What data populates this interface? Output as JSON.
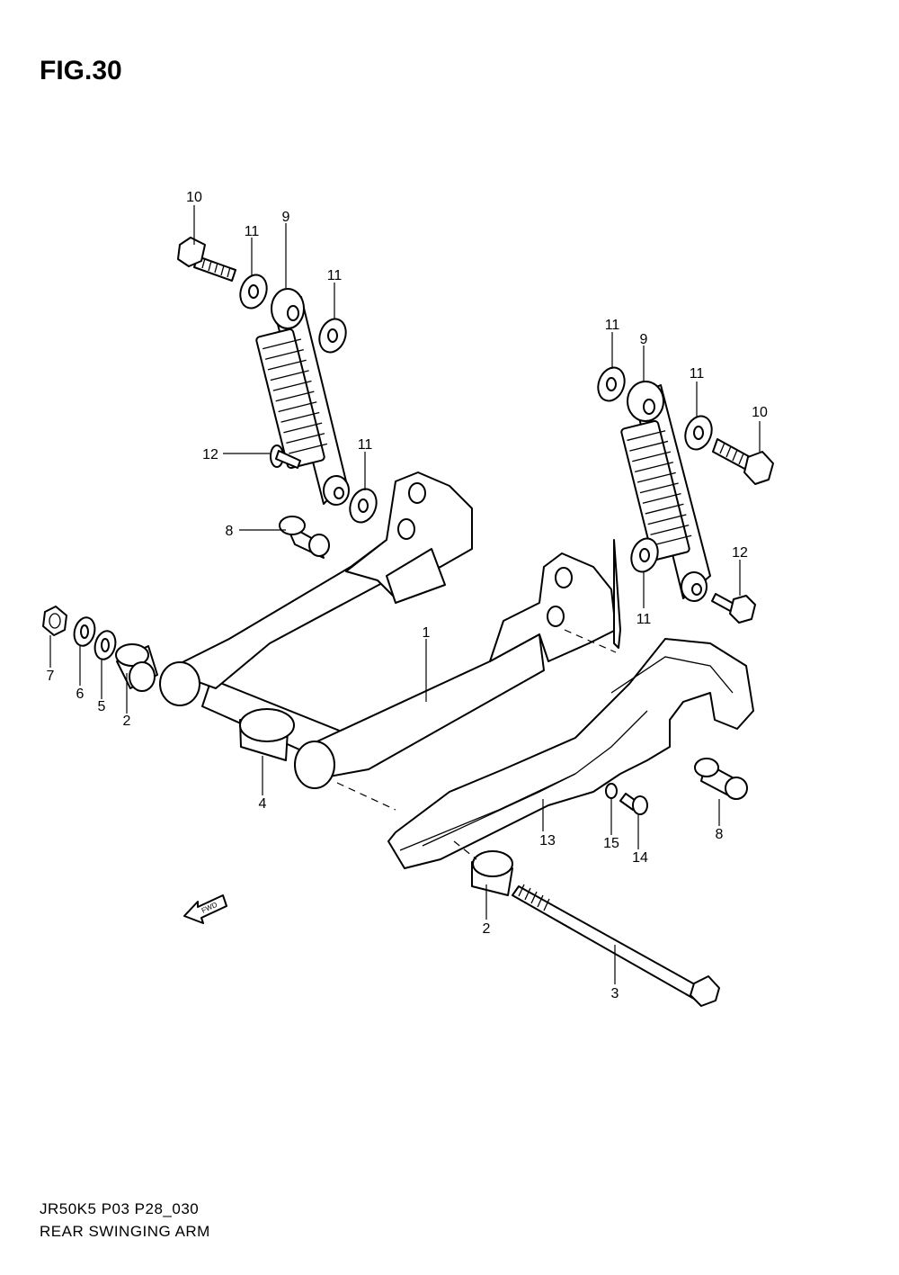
{
  "title": "FIG.30",
  "footer": {
    "model_code": "JR50K5 P03 P28_030",
    "diagram_name": "REAR SWINGING ARM"
  },
  "fwd_label": "FWD",
  "callouts": {
    "c1": "1",
    "c2a": "2",
    "c2b": "2",
    "c3": "3",
    "c4": "4",
    "c5": "5",
    "c6": "6",
    "c7": "7",
    "c8a": "8",
    "c8b": "8",
    "c9a": "9",
    "c9b": "9",
    "c10a": "10",
    "c10b": "10",
    "c11a": "11",
    "c11b": "11",
    "c11c": "11",
    "c11d": "11",
    "c11e": "11",
    "c11f": "11",
    "c12a": "12",
    "c12b": "12",
    "c13": "13",
    "c14": "14",
    "c15": "15"
  }
}
